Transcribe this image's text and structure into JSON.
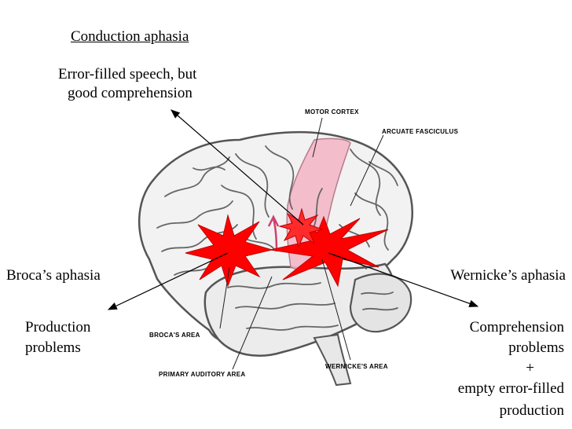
{
  "conduction": {
    "title": "Conduction aphasia",
    "desc_line1": "Error-filled speech, but",
    "desc_line2": "good comprehension"
  },
  "broca": {
    "title": "Broca’s aphasia",
    "desc_line1": "Production",
    "desc_line2": "problems"
  },
  "wernicke": {
    "title": "Wernicke’s aphasia",
    "desc_line1": "Comprehension",
    "desc_line2": "problems",
    "desc_line3": "+",
    "desc_line4": "empty error-filled",
    "desc_line5": "production"
  },
  "brain_labels": {
    "motor_cortex": "MOTOR CORTEX",
    "arcuate_fasciculus": "ARCUATE FASCICULUS",
    "brocas_area": "BROCA'S AREA",
    "wernickes_area": "WERNICKE'S AREA",
    "primary_auditory_area": "PRIMARY AUDITORY AREA"
  },
  "colors": {
    "starburst": "#ff0000",
    "motor_cortex_highlight": "#f4b8c8",
    "brain_outline": "#555555",
    "brain_fill": "#f2f2f2"
  }
}
